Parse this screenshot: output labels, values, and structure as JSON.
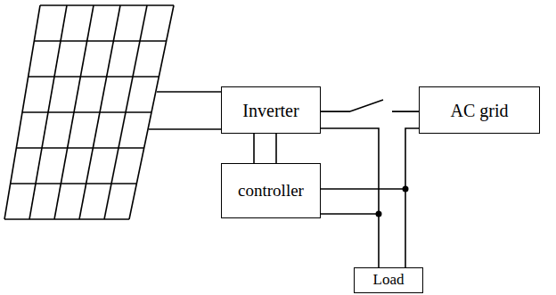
{
  "diagram": {
    "nodes": [
      {
        "text": [
          "Inverter"
        ]
      },
      {
        "text": [
          "AC grid"
        ]
      },
      {
        "text": [
          "controller"
        ]
      },
      {
        "text": [
          "Load"
        ]
      }
    ],
    "edges": [
      {
        "from": 0,
        "to": 1,
        "arrow": "none"
      },
      {
        "from": 0,
        "to": 2,
        "arrow": "none"
      },
      {
        "from": 0,
        "to": 3,
        "arrow": "none"
      },
      {
        "from": 1,
        "to": 3,
        "arrow": "none"
      },
      {
        "from": 2,
        "to": 3,
        "arrow": "none"
      }
    ]
  }
}
